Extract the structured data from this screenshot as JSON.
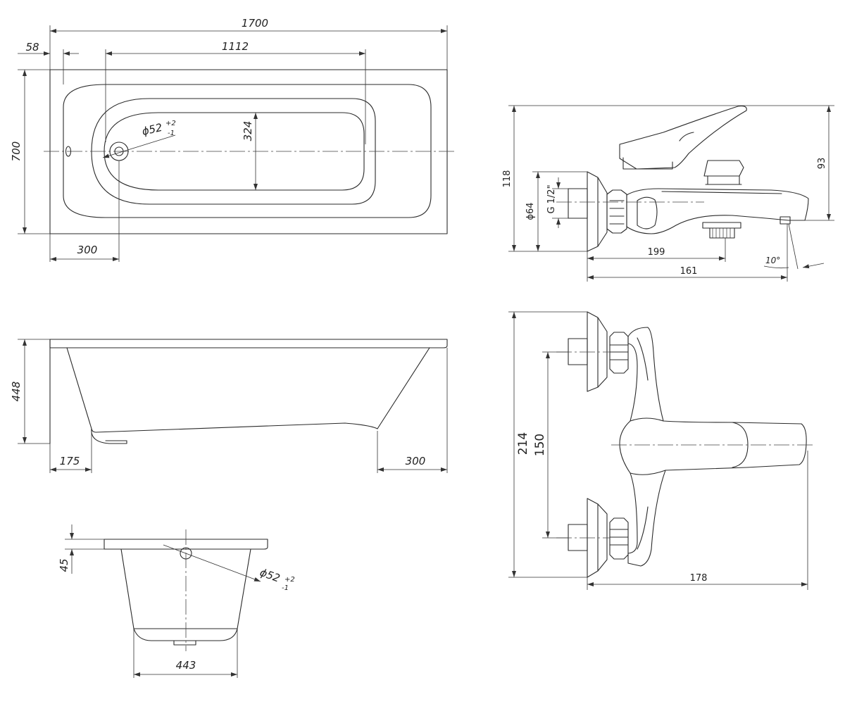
{
  "bathtub": {
    "top_view": {
      "length": "1700",
      "inner_length": "1112",
      "edge_offset": "58",
      "width": "700",
      "inner_width": "324",
      "drain_offset": "300",
      "drain_diameter": "ϕ52",
      "tol_plus": "+2",
      "tol_minus": "-1"
    },
    "side_view": {
      "height": "448",
      "left_offset": "175",
      "right_offset": "300"
    },
    "end_view": {
      "rim_height": "45",
      "bottom_width": "443",
      "drain_diameter": "ϕ52",
      "tol_plus": "+2",
      "tol_minus": "-1"
    }
  },
  "faucet": {
    "side_view": {
      "height_total": "118",
      "flange_diameter": "ϕ64",
      "thread": "G 1/2\"",
      "height_right": "93",
      "spout_depth": "199",
      "base_depth": "161",
      "angle": "10°"
    },
    "front_view": {
      "height": "214",
      "axis_spacing": "150",
      "depth": "178"
    }
  }
}
